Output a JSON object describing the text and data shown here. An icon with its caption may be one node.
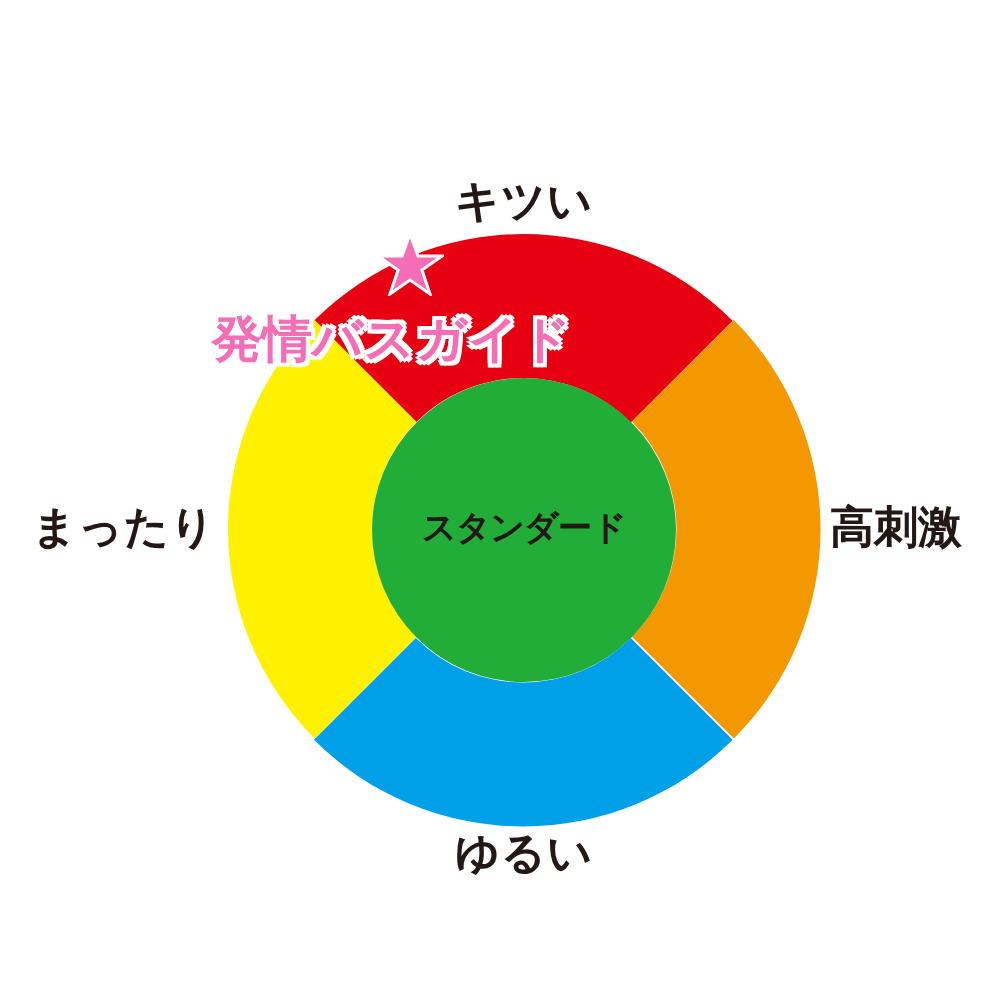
{
  "diagram": {
    "title": "発情バスガイド",
    "nodes": [
      {
        "text": [
          "キツい"
        ]
      },
      {
        "text": [
          "まったり"
        ]
      },
      {
        "text": [
          "スタンダード"
        ]
      },
      {
        "text": [
          "高刺激"
        ]
      },
      {
        "text": [
          "ゆるい"
        ]
      }
    ]
  }
}
